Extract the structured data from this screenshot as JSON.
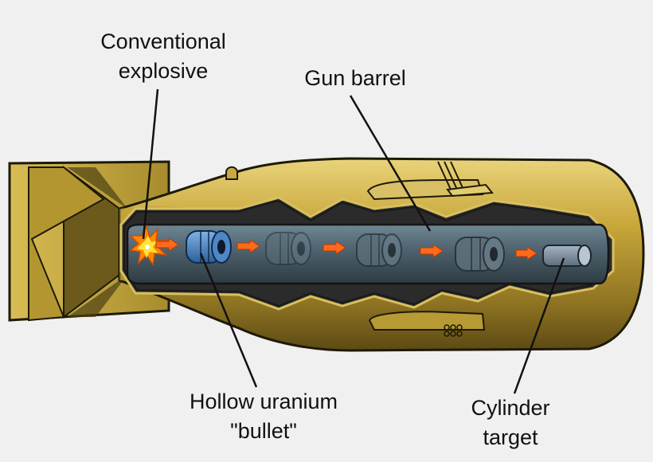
{
  "labels": {
    "explosive": {
      "line1": "Conventional",
      "line2": "explosive"
    },
    "barrel": {
      "line1": "Gun barrel"
    },
    "bullet": {
      "line1": "Hollow uranium",
      "line2": "\"bullet\""
    },
    "target": {
      "line1": "Cylinder",
      "line2": "target"
    }
  },
  "colors": {
    "background": "#f0f0f0",
    "casing": "#c9a93a",
    "casing_dark": "#5a4d1a",
    "barrel_interior": "#2a2a2a",
    "barrel_tube": "#4b5e6a",
    "bullet": "#3f7fc0",
    "arrow": "#ff6a1a",
    "explosion": "#ff8a00"
  },
  "icons": [
    "explosion-icon",
    "motion-arrow-icon",
    "uranium-ring-icon",
    "cylinder-target-icon"
  ]
}
